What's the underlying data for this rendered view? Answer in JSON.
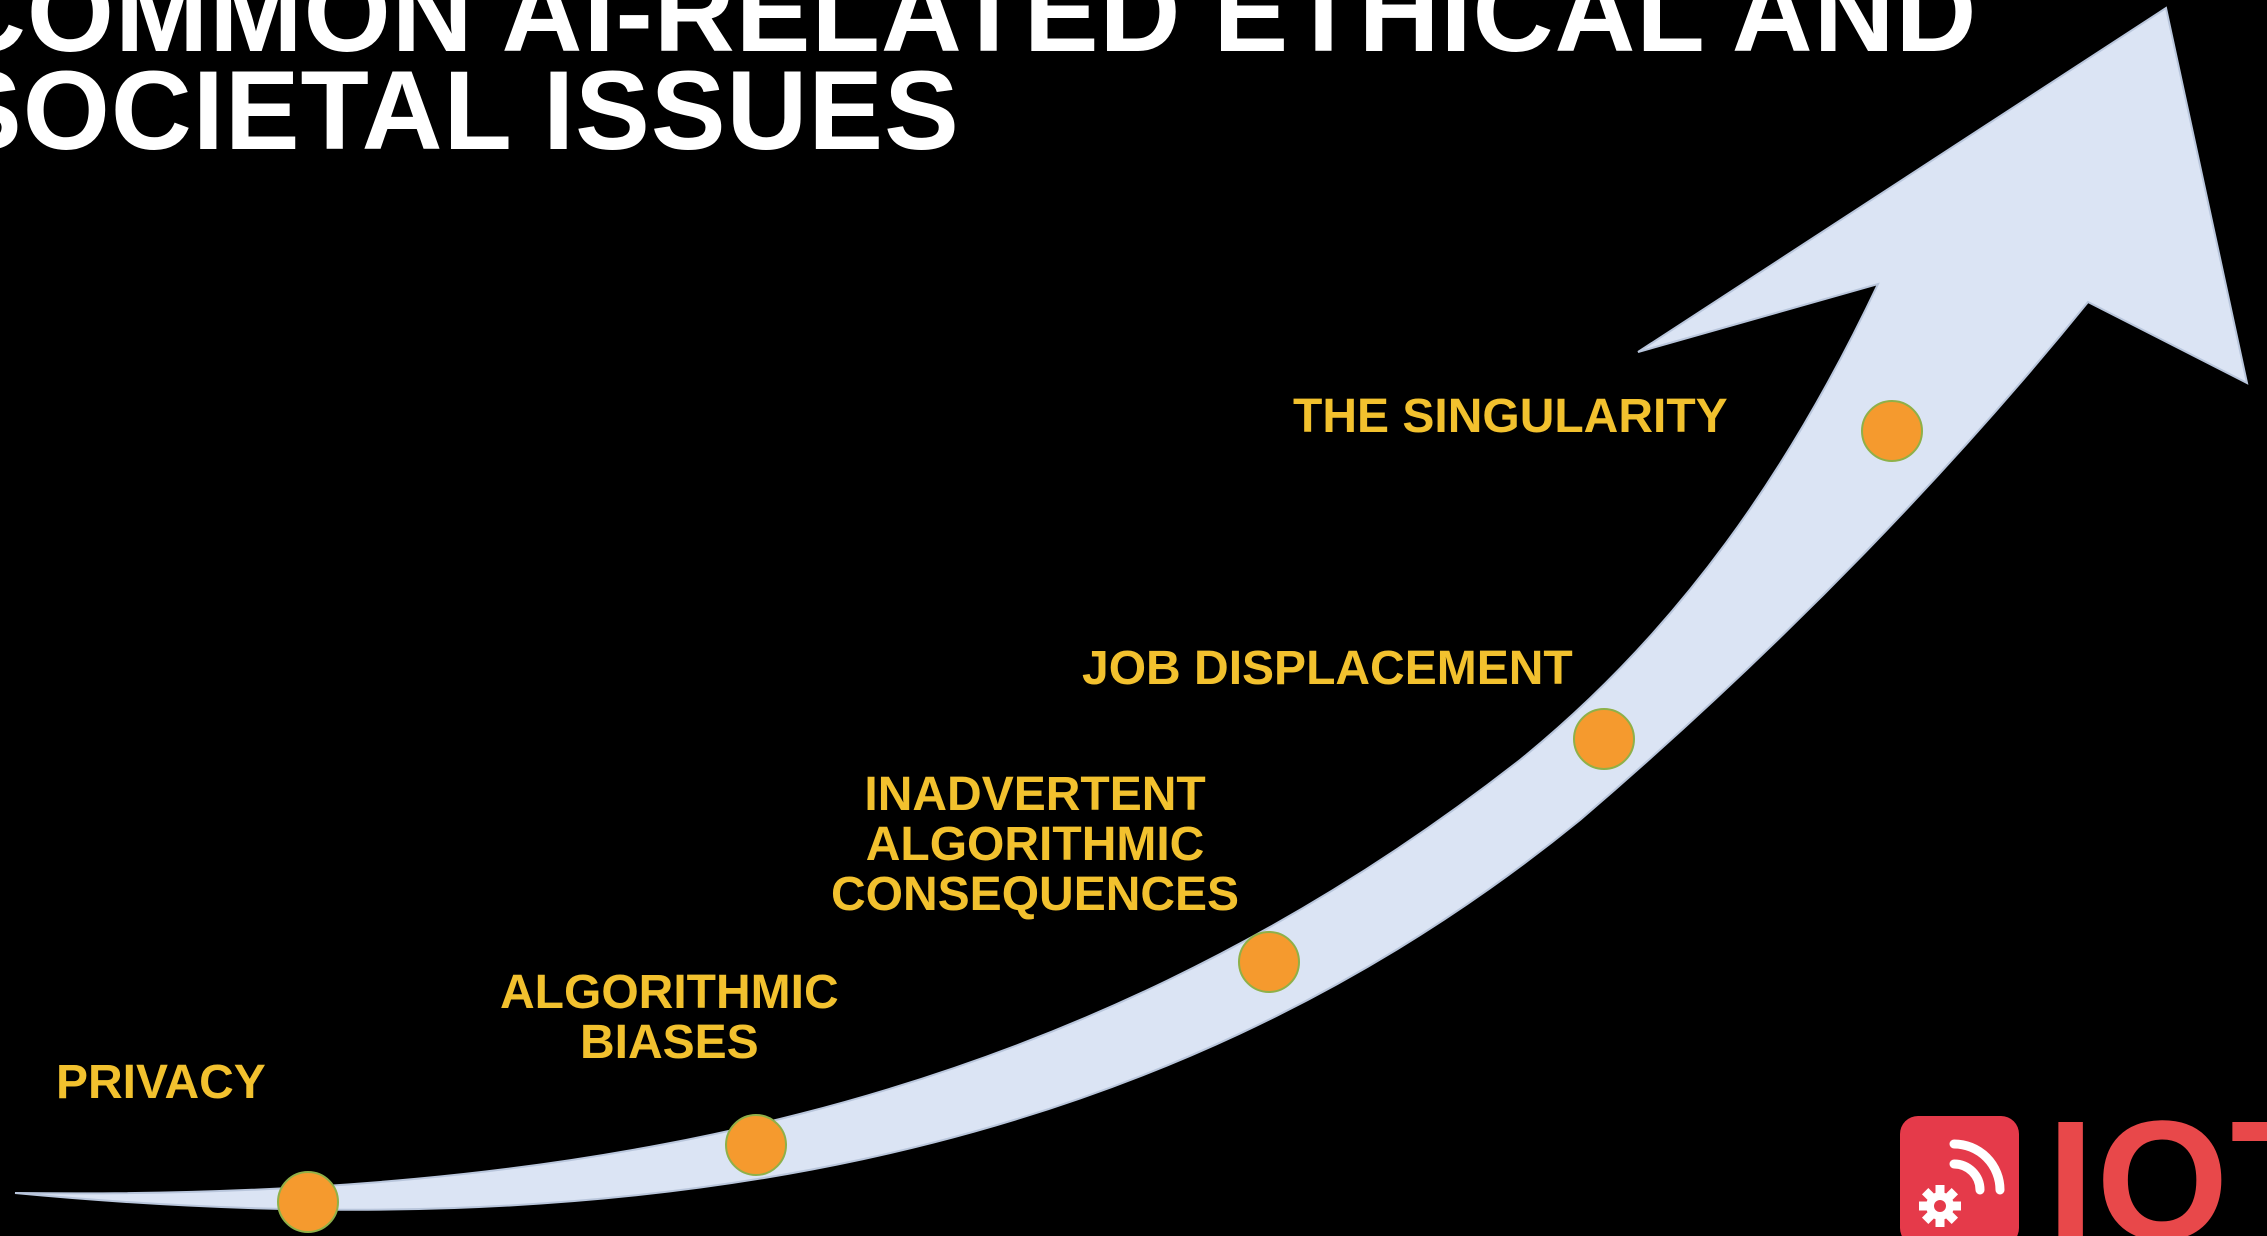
{
  "slide": {
    "title_lines": [
      "COMMON AI-RELATED ETHICAL AND",
      "SOCIETAL ISSUES"
    ],
    "colors": {
      "background": "#000000",
      "title": "#ffffff",
      "label": "#f2c12e",
      "arrow": "#dbe4f4",
      "marker": "#f59a2e",
      "logo": "#e53a4a"
    },
    "issues": [
      {
        "lines": [
          "PRIVACY"
        ]
      },
      {
        "lines": [
          "ALGORITHMIC",
          "BIASES"
        ]
      },
      {
        "lines": [
          "INADVERTENT",
          "ALGORITHMIC",
          "CONSEQUENCES"
        ]
      },
      {
        "lines": [
          "JOB DISPLACEMENT"
        ]
      },
      {
        "lines": [
          "THE SINGULARITY"
        ]
      }
    ],
    "logo": {
      "text": "IOT",
      "icon": "gear-wifi-icon"
    }
  }
}
